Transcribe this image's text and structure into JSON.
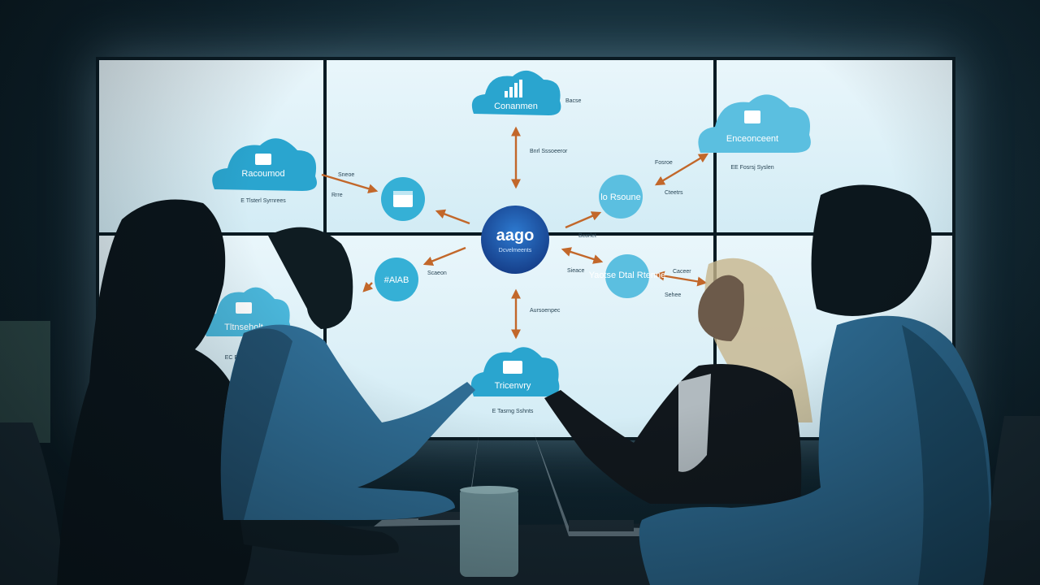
{
  "scene": {
    "description_colors": {
      "screen_glow": "#dff2f9",
      "cloud_blue": "#2aa5cf",
      "hub_blue": "#1f5fb3",
      "arrow_orange": "#c2672a",
      "room_dark": "#0d1e27"
    }
  },
  "diagram": {
    "hub": {
      "title": "aago",
      "subtitle": "Dcvelmeents"
    },
    "clouds": [
      {
        "label": "Conanmen",
        "icon": "bar-chart-icon"
      },
      {
        "label": "Racoumod",
        "icon": "folder-icon",
        "caption": "E Tlsterl Syrnrees"
      },
      {
        "label": "Enceonceent",
        "icon": "document-icon",
        "caption": "EE Fosrsj Syslen"
      },
      {
        "label": "Tltnseholt",
        "icon": "window-icon",
        "caption": "EC Ear"
      },
      {
        "label": "Tricenvry",
        "icon": "list-icon",
        "caption": "E Tasrng Sshnts"
      }
    ],
    "nodes": [
      {
        "label": "",
        "icon": "calendar-icon"
      },
      {
        "label": "#AlAB"
      },
      {
        "label": "lo Rsoune"
      },
      {
        "label": "Yaotse\nDtal Rtenne"
      }
    ],
    "annotations": [
      "Bacse",
      "Bnrl Sssoeeror",
      "Sneoe",
      "Rrre",
      "Fosroe",
      "Cteetrs",
      "Caceer",
      "Sehee",
      "Sieace",
      "Aursoenpec",
      "Scaeon",
      "Bcorlet"
    ]
  }
}
